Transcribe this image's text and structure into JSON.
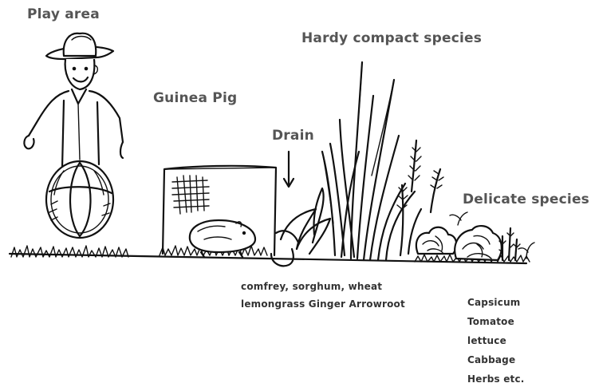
{
  "labels": {
    "play_area": "Play area",
    "guinea_pig": "Guinea Pig",
    "drain": "Drain",
    "hardy_species": "Hardy compact species",
    "delicate_species": "Delicate species"
  },
  "hardy_plants": {
    "line1": "comfrey, sorghum, wheat",
    "line2": "lemongrass Ginger Arrowroot"
  },
  "delicate_plants": [
    "Capsicum",
    "Tomatoe",
    "lettuce",
    "Cabbage",
    "Herbs etc."
  ]
}
